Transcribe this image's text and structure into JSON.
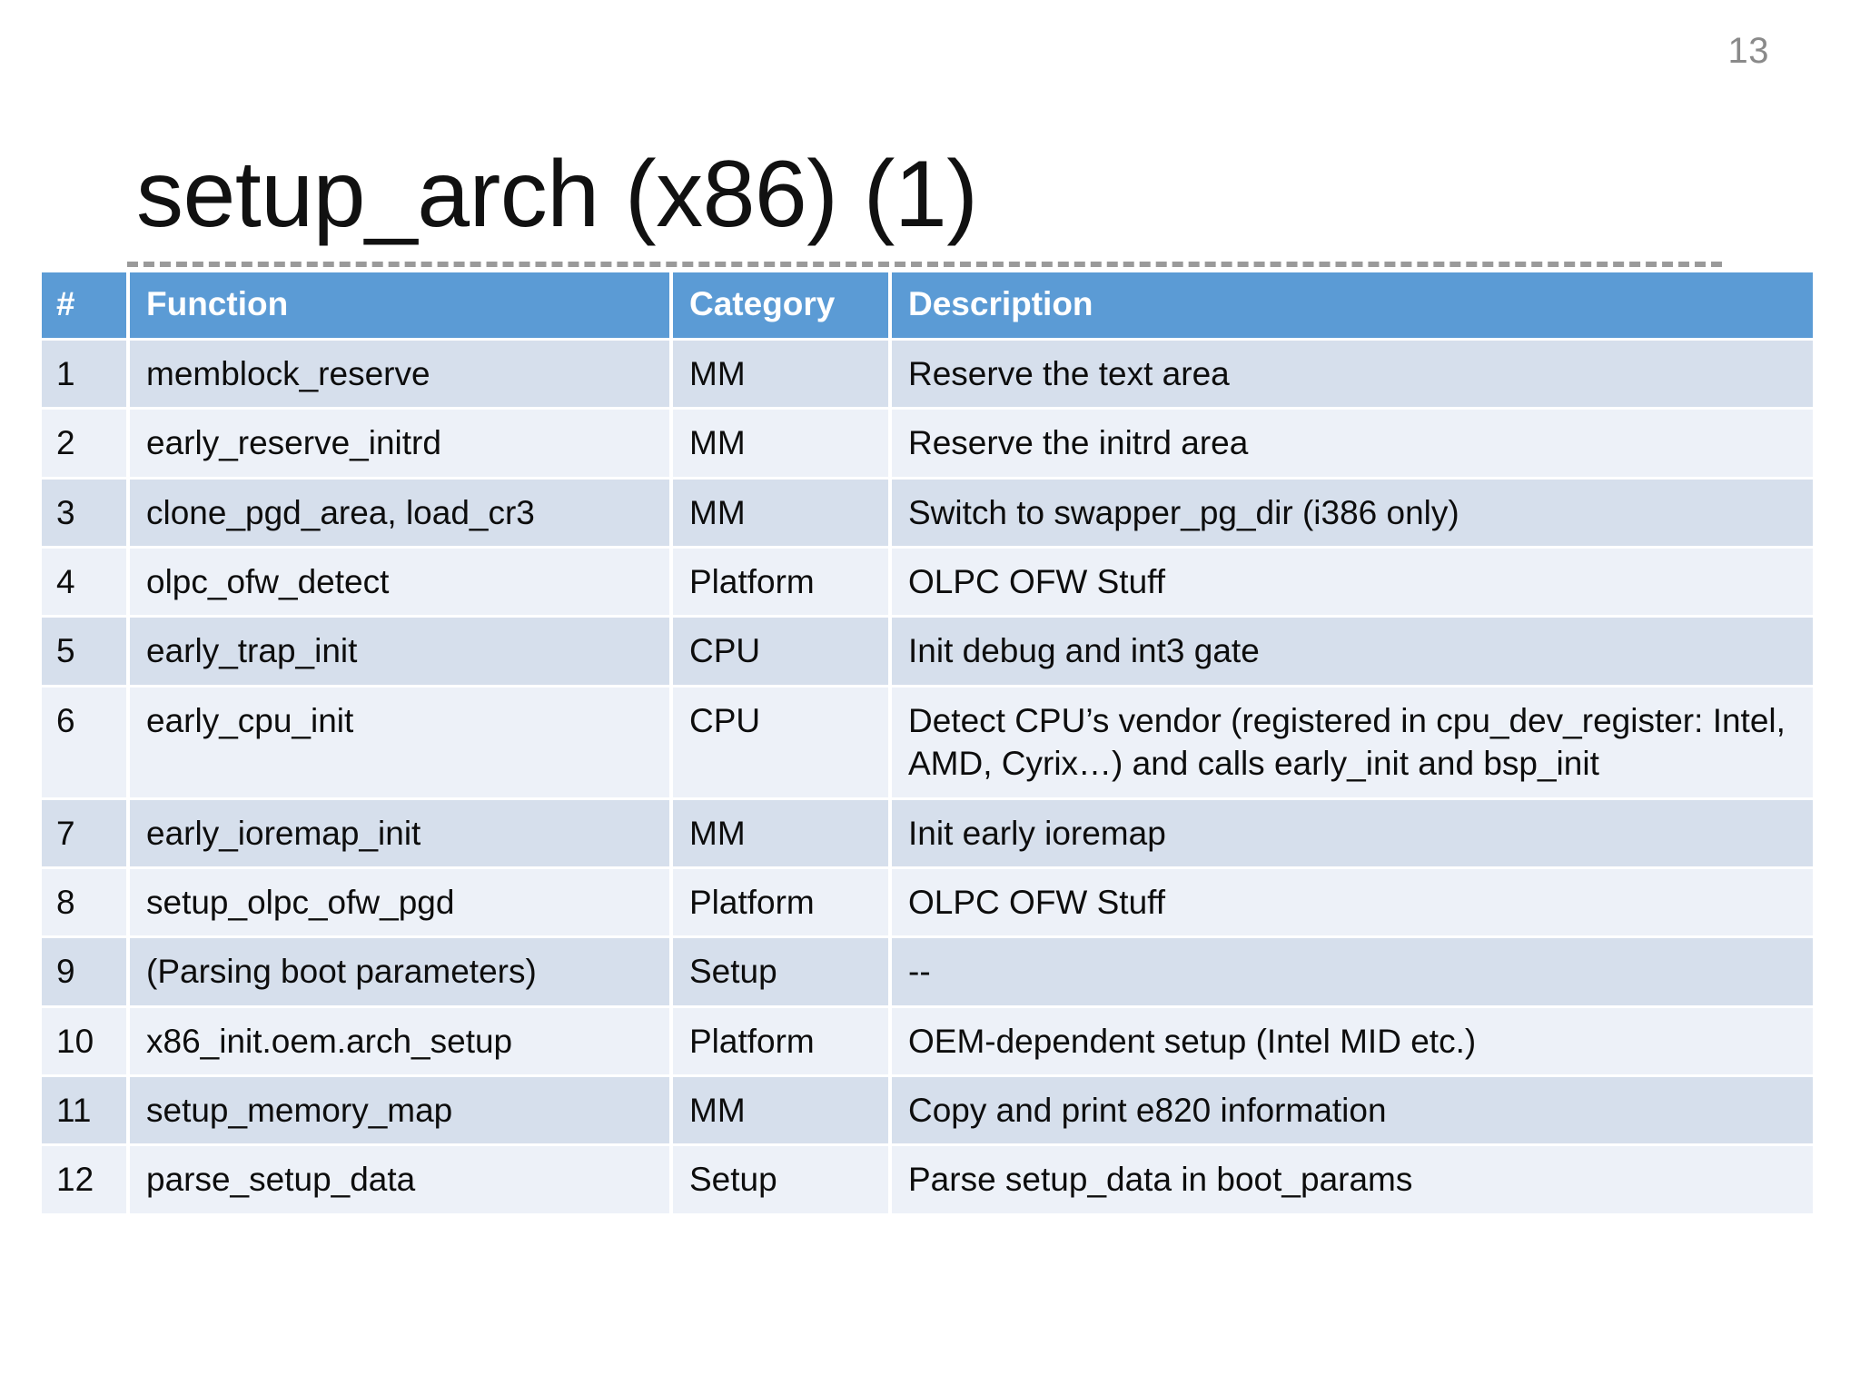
{
  "slide": {
    "number": "13",
    "title": "setup_arch (x86) (1)"
  },
  "colors": {
    "header_blue": "#5B9BD5",
    "row_odd": "#D6DFEC",
    "row_even": "#EDF1F8",
    "divider_gray": "#9A9A9A",
    "slide_number_gray": "#8A8A8A"
  },
  "table": {
    "columns": [
      {
        "key": "num",
        "label": "#"
      },
      {
        "key": "fn",
        "label": "Function"
      },
      {
        "key": "cat",
        "label": "Category"
      },
      {
        "key": "desc",
        "label": "Description"
      }
    ],
    "rows": [
      {
        "num": "1",
        "fn": "memblock_reserve",
        "cat": "MM",
        "desc": "Reserve the text area"
      },
      {
        "num": "2",
        "fn": "early_reserve_initrd",
        "cat": "MM",
        "desc": "Reserve the initrd area"
      },
      {
        "num": "3",
        "fn": "clone_pgd_area, load_cr3",
        "cat": "MM",
        "desc": "Switch to swapper_pg_dir (i386 only)"
      },
      {
        "num": "4",
        "fn": "olpc_ofw_detect",
        "cat": "Platform",
        "desc": "OLPC OFW Stuff"
      },
      {
        "num": "5",
        "fn": "early_trap_init",
        "cat": "CPU",
        "desc": "Init debug and int3 gate"
      },
      {
        "num": "6",
        "fn": "early_cpu_init",
        "cat": "CPU",
        "desc": "Detect CPU’s vendor (registered in cpu_dev_register: Intel, AMD, Cyrix…) and calls early_init and bsp_init"
      },
      {
        "num": "7",
        "fn": "early_ioremap_init",
        "cat": "MM",
        "desc": "Init early ioremap"
      },
      {
        "num": "8",
        "fn": "setup_olpc_ofw_pgd",
        "cat": "Platform",
        "desc": "OLPC OFW Stuff"
      },
      {
        "num": "9",
        "fn": "(Parsing boot parameters)",
        "cat": "Setup",
        "desc": "--"
      },
      {
        "num": "10",
        "fn": "x86_init.oem.arch_setup",
        "cat": "Platform",
        "desc": "OEM-dependent setup (Intel MID etc.)"
      },
      {
        "num": "11",
        "fn": "setup_memory_map",
        "cat": "MM",
        "desc": "Copy and print e820 information"
      },
      {
        "num": "12",
        "fn": "parse_setup_data",
        "cat": "Setup",
        "desc": "Parse setup_data in boot_params"
      }
    ]
  }
}
